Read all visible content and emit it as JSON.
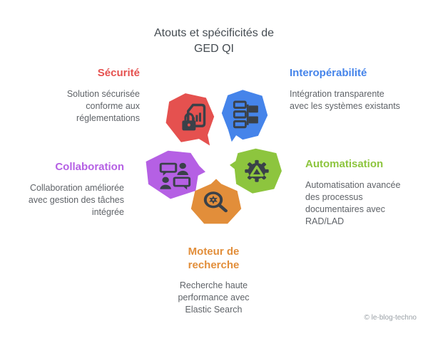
{
  "title": {
    "lines": [
      "Atouts et spécificités de",
      "GED QI"
    ]
  },
  "items": [
    {
      "id": "securite",
      "label": "Sécurité",
      "description": "Solution sécurisée conforme aux réglementations",
      "color": "#E5514F",
      "icon": "document-chart-lock-icon"
    },
    {
      "id": "interoperabilite",
      "label": "Interopérabilité",
      "description": "Intégration transparente avec les systèmes existants",
      "color": "#4584EA",
      "icon": "hierarchy-icon"
    },
    {
      "id": "collaboration",
      "label": "Collaboration",
      "description": "Collaboration améliorée avec gestion des tâches intégrée",
      "color": "#B560E4",
      "icon": "people-chat-icon"
    },
    {
      "id": "automatisation",
      "label": "Automatisation",
      "description": "Automatisation avancée des processus documentaires avec RAD/LAD",
      "color": "#8DC53E",
      "icon": "gear-triangle-icon"
    },
    {
      "id": "moteur-de-recherche",
      "label": "Moteur de recherche",
      "description": "Recherche haute performance avec Elastic Search",
      "color": "#E28E3A",
      "icon": "search-gear-icon"
    }
  ],
  "credit": "© le-blog-techno",
  "colors": {
    "background": "#FFFFFF",
    "title_text": "#454C52",
    "body_text": "#5F6368",
    "credit_text": "#9AA0A6",
    "icon_glyph": "#3A4149"
  }
}
